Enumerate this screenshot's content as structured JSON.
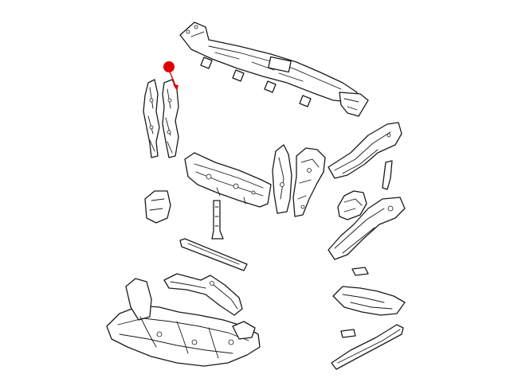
{
  "diagram": {
    "background_color": "#ffffff",
    "line_color": "#1a1a1a",
    "highlight": {
      "marker_color": "#e00000",
      "arrow_color": "#e00000",
      "target": "a-pillar-reinforcement"
    },
    "parts": [
      "cowl-top-panel",
      "a-pillar-reinforcement-left",
      "a-pillar-reinforcement-right",
      "dash-panel",
      "center-bracket",
      "inner-pillar-assembly",
      "front-rail-upper",
      "small-bracket-a",
      "wheelhouse-bracket",
      "front-rail-lower",
      "small-bracket-b",
      "sill-reinforcement",
      "cowl-side-panel",
      "floor-crossmember",
      "front-floor-pan",
      "rear-floor-pan",
      "small-plate",
      "rocker-panel"
    ]
  }
}
